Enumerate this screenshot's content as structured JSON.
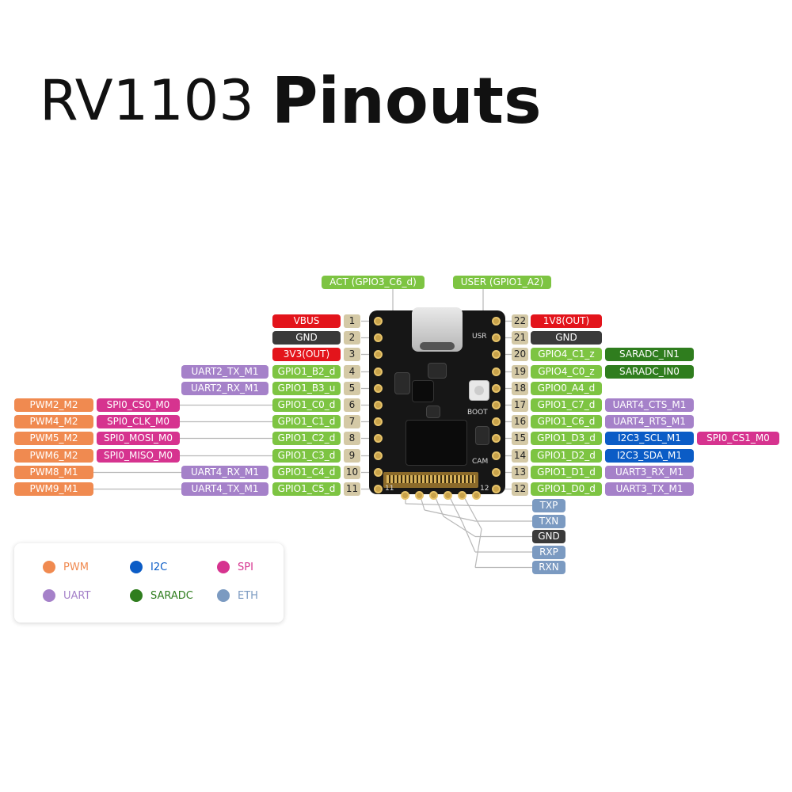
{
  "title": {
    "light": "RV1103",
    "bold": "Pinouts"
  },
  "colors": {
    "power": "#e3141b",
    "ground": "#3a3a3a",
    "gpio": "#7dc442",
    "pwm": "#f08a50",
    "spi": "#d6338f",
    "uart": "#a581c9",
    "i2c": "#0b5cc6",
    "saradc": "#2f7d1e",
    "eth": "#7b9ac1",
    "pin_num": "#d4c9a6"
  },
  "top_labels": {
    "act": "ACT (GPIO3_C6_d)",
    "user": "USER (GPIO1_A2)"
  },
  "left_pins": [
    {
      "num": "1",
      "name": "VBUS",
      "kind": "power",
      "func1": "",
      "func1_kind": "",
      "func2": "",
      "func2_kind": "",
      "func3": "",
      "func3_kind": ""
    },
    {
      "num": "2",
      "name": "GND",
      "kind": "ground",
      "func1": "",
      "func1_kind": "",
      "func2": "",
      "func2_kind": "",
      "func3": "",
      "func3_kind": ""
    },
    {
      "num": "3",
      "name": "3V3(OUT)",
      "kind": "power",
      "func1": "",
      "func1_kind": "",
      "func2": "",
      "func2_kind": "",
      "func3": "",
      "func3_kind": ""
    },
    {
      "num": "4",
      "name": "GPIO1_B2_d",
      "kind": "gpio",
      "func1": "UART2_TX_M1",
      "func1_kind": "uart",
      "func2": "",
      "func2_kind": "",
      "func3": "",
      "func3_kind": ""
    },
    {
      "num": "5",
      "name": "GPIO1_B3_u",
      "kind": "gpio",
      "func1": "UART2_RX_M1",
      "func1_kind": "uart",
      "func2": "",
      "func2_kind": "",
      "func3": "",
      "func3_kind": ""
    },
    {
      "num": "6",
      "name": "GPIO1_C0_d",
      "kind": "gpio",
      "func1": "",
      "func1_kind": "",
      "func2": "SPI0_CS0_M0",
      "func2_kind": "spi",
      "func3": "PWM2_M2",
      "func3_kind": "pwm"
    },
    {
      "num": "7",
      "name": "GPIO1_C1_d",
      "kind": "gpio",
      "func1": "",
      "func1_kind": "",
      "func2": "SPI0_CLK_M0",
      "func2_kind": "spi",
      "func3": "PWM4_M2",
      "func3_kind": "pwm"
    },
    {
      "num": "8",
      "name": "GPIO1_C2_d",
      "kind": "gpio",
      "func1": "",
      "func1_kind": "",
      "func2": "SPI0_MOSI_M0",
      "func2_kind": "spi",
      "func3": "PWM5_M2",
      "func3_kind": "pwm"
    },
    {
      "num": "9",
      "name": "GPIO1_C3_d",
      "kind": "gpio",
      "func1": "",
      "func1_kind": "",
      "func2": "SPI0_MISO_M0",
      "func2_kind": "spi",
      "func3": "PWM6_M2",
      "func3_kind": "pwm"
    },
    {
      "num": "10",
      "name": "GPIO1_C4_d",
      "kind": "gpio",
      "func1": "UART4_RX_M1",
      "func1_kind": "uart",
      "func2": "",
      "func2_kind": "",
      "func3": "PWM8_M1",
      "func3_kind": "pwm"
    },
    {
      "num": "11",
      "name": "GPIO1_C5_d",
      "kind": "gpio",
      "func1": "UART4_TX_M1",
      "func1_kind": "uart",
      "func2": "",
      "func2_kind": "",
      "func3": "PWM9_M1",
      "func3_kind": "pwm"
    }
  ],
  "right_pins": [
    {
      "num": "22",
      "name": "1V8(OUT)",
      "kind": "power",
      "func1": "",
      "func1_kind": "",
      "func2": "",
      "func2_kind": ""
    },
    {
      "num": "21",
      "name": "GND",
      "kind": "ground",
      "func1": "",
      "func1_kind": "",
      "func2": "",
      "func2_kind": ""
    },
    {
      "num": "20",
      "name": "GPIO4_C1_z",
      "kind": "gpio",
      "func1": "SARADC_IN1",
      "func1_kind": "saradc",
      "func2": "",
      "func2_kind": ""
    },
    {
      "num": "19",
      "name": "GPIO4_C0_z",
      "kind": "gpio",
      "func1": "SARADC_IN0",
      "func1_kind": "saradc",
      "func2": "",
      "func2_kind": ""
    },
    {
      "num": "18",
      "name": "GPIO0_A4_d",
      "kind": "gpio",
      "func1": "",
      "func1_kind": "",
      "func2": "",
      "func2_kind": ""
    },
    {
      "num": "17",
      "name": "GPIO1_C7_d",
      "kind": "gpio",
      "func1": "UART4_CTS_M1",
      "func1_kind": "uart",
      "func2": "",
      "func2_kind": ""
    },
    {
      "num": "16",
      "name": "GPIO1_C6_d",
      "kind": "gpio",
      "func1": "UART4_RTS_M1",
      "func1_kind": "uart",
      "func2": "",
      "func2_kind": ""
    },
    {
      "num": "15",
      "name": "GPIO1_D3_d",
      "kind": "gpio",
      "func1": "I2C3_SCL_M1",
      "func1_kind": "i2c",
      "func2": "SPI0_CS1_M0",
      "func2_kind": "spi"
    },
    {
      "num": "14",
      "name": "GPIO1_D2_d",
      "kind": "gpio",
      "func1": "I2C3_SDA_M1",
      "func1_kind": "i2c",
      "func2": "",
      "func2_kind": ""
    },
    {
      "num": "13",
      "name": "GPIO1_D1_d",
      "kind": "gpio",
      "func1": "UART3_RX_M1",
      "func1_kind": "uart",
      "func2": "",
      "func2_kind": ""
    },
    {
      "num": "12",
      "name": "GPIO1_D0_d",
      "kind": "gpio",
      "func1": "UART3_TX_M1",
      "func1_kind": "uart",
      "func2": "",
      "func2_kind": ""
    }
  ],
  "eth_pins": [
    "TXP",
    "TXN",
    "GND",
    "RXP",
    "RXN"
  ],
  "board_silk": {
    "boot": "BOOT",
    "cam": "CAM",
    "usr": "USR",
    "pin11": "11",
    "pin12": "12"
  },
  "legend": [
    {
      "label": "PWM",
      "kind": "pwm"
    },
    {
      "label": "I2C",
      "kind": "i2c"
    },
    {
      "label": "SPI",
      "kind": "spi"
    },
    {
      "label": "UART",
      "kind": "uart"
    },
    {
      "label": "SARADC",
      "kind": "saradc"
    },
    {
      "label": "ETH",
      "kind": "eth"
    }
  ]
}
